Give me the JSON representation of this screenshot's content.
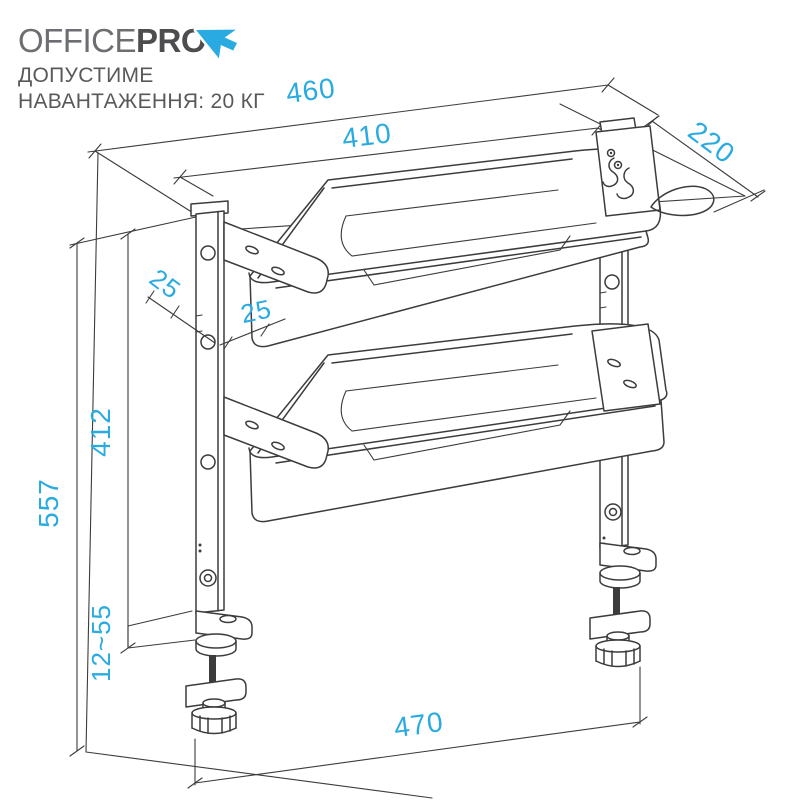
{
  "header": {
    "logo_part1": "OFFICE",
    "logo_part2": "PRO",
    "load_note_line1": "ДОПУСТИМЕ",
    "load_note_line2": "НАВАНТАЖЕННЯ: 20 КГ"
  },
  "drawing": {
    "subject": "clamp-on two-tier desk shelf dimensional drawing",
    "units": "mm",
    "max_load": "20 КГ",
    "colors": {
      "line": "#3c3c3c",
      "dimension_text": "#29abe2",
      "logo_gray": "#6d6e71",
      "logo_dark": "#4d4d4f",
      "cursor": "#29abe2"
    },
    "dimensions": {
      "outer_width": "460",
      "shelf_width": "410",
      "shelf_depth": "220",
      "offset_left": "25",
      "offset_right": "25",
      "rail_length": "412",
      "total_height": "557",
      "clamp_range": "12~55",
      "bottom_width": "470"
    }
  }
}
